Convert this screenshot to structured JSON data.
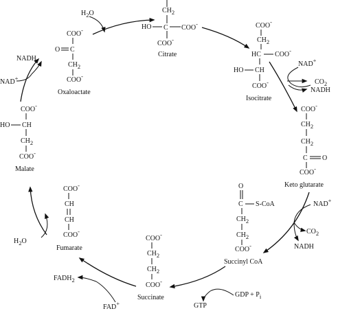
{
  "molecules": {
    "citrate": {
      "name": "Citrate",
      "ch2": "CH2",
      "ho": "HO",
      "c": "C",
      "coo_right": "COO-",
      "coo_bottom": "COO-"
    },
    "isocitrate": {
      "name": "Isocitrate",
      "coo_top": "COO-",
      "ch2": "CH2",
      "hc": "HC",
      "coo_right": "COO-",
      "ho": "HO",
      "ch": "CH",
      "coo_bottom": "COO-"
    },
    "keto_glutarate": {
      "name": "Keto glutarate",
      "coo_top": "COO-",
      "ch2_a": "CH2",
      "ch2_b": "CH2",
      "c": "C",
      "o": "O",
      "coo_bottom": "COO-"
    },
    "succinyl_coa": {
      "name": "Succinyl CoA",
      "o": "O",
      "c": "C",
      "scoa": "S-CoA",
      "ch2_a": "CH2",
      "ch2_b": "CH2",
      "coo_bottom": "COO-"
    },
    "succinate": {
      "name": "Succinate",
      "coo_top": "COO-",
      "ch2_a": "CH2",
      "ch2_b": "CH2",
      "coo_bottom": "COO-"
    },
    "fumarate": {
      "name": "Fumarate",
      "coo_top": "COO-",
      "ch_a": "CH",
      "ch_b": "CH",
      "coo_bottom": "COO-"
    },
    "malate": {
      "name": "Malate",
      "coo_top": "COO-",
      "ho": "HO",
      "ch": "CH",
      "ch2": "CH2",
      "coo_bottom": "COO-"
    },
    "oxaloacetate": {
      "name": "Oxaloactate",
      "coo_top": "COO-",
      "o": "O",
      "c": "C",
      "ch2": "CH2",
      "coo_bottom": "COO-"
    }
  },
  "cofactors": {
    "h2o_top": "H2O",
    "nad_isocitrate": "NAD+",
    "co2_isocitrate": "CO2",
    "nadh_isocitrate": "NADH",
    "nad_keto": "NAD+",
    "co2_keto": "CO2",
    "nadh_keto": "NADH",
    "gdp_pi": "GDP + Pi",
    "gtp": "GTP",
    "fadh2": "FADH2",
    "fad": "FAD+",
    "h2o_fumarate": "H2O",
    "nad_malate": "NAD+",
    "nadh_malate": "NADH"
  }
}
